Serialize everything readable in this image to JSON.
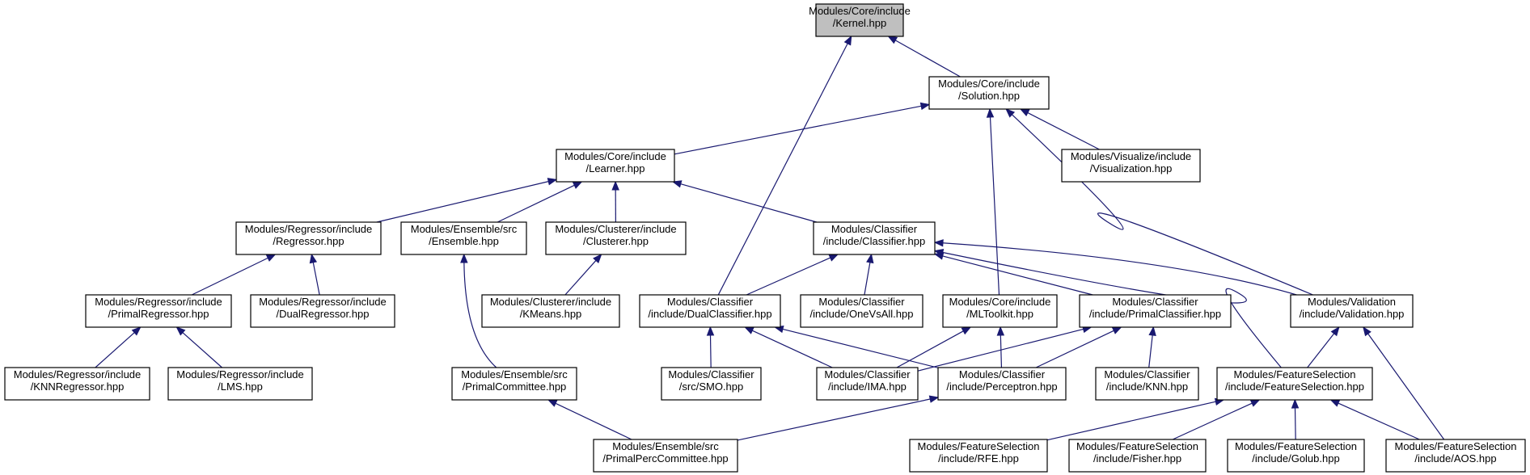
{
  "nodes": [
    {
      "id": "kernel",
      "lines": [
        "Modules/Core/include",
        "/Kernel.hpp"
      ],
      "root": true
    },
    {
      "id": "solution",
      "lines": [
        "Modules/Core/include",
        "/Solution.hpp"
      ]
    },
    {
      "id": "learner",
      "lines": [
        "Modules/Core/include",
        "/Learner.hpp"
      ]
    },
    {
      "id": "visualization",
      "lines": [
        "Modules/Visualize/include",
        "/Visualization.hpp"
      ]
    },
    {
      "id": "regressor",
      "lines": [
        "Modules/Regressor/include",
        "/Regressor.hpp"
      ]
    },
    {
      "id": "ensemble",
      "lines": [
        "Modules/Ensemble/src",
        "/Ensemble.hpp"
      ]
    },
    {
      "id": "clusterer",
      "lines": [
        "Modules/Clusterer/include",
        "/Clusterer.hpp"
      ]
    },
    {
      "id": "classifier",
      "lines": [
        "Modules/Classifier",
        "/include/Classifier.hpp"
      ]
    },
    {
      "id": "primalregressor",
      "lines": [
        "Modules/Regressor/include",
        "/PrimalRegressor.hpp"
      ]
    },
    {
      "id": "dualregressor",
      "lines": [
        "Modules/Regressor/include",
        "/DualRegressor.hpp"
      ]
    },
    {
      "id": "kmeans",
      "lines": [
        "Modules/Clusterer/include",
        "/KMeans.hpp"
      ]
    },
    {
      "id": "dualclassifier",
      "lines": [
        "Modules/Classifier",
        "/include/DualClassifier.hpp"
      ]
    },
    {
      "id": "onevsall",
      "lines": [
        "Modules/Classifier",
        "/include/OneVsAll.hpp"
      ]
    },
    {
      "id": "mltoolkit",
      "lines": [
        "Modules/Core/include",
        "/MLToolkit.hpp"
      ]
    },
    {
      "id": "primalclassifier",
      "lines": [
        "Modules/Classifier",
        "/include/PrimalClassifier.hpp"
      ]
    },
    {
      "id": "validation",
      "lines": [
        "Modules/Validation",
        "/include/Validation.hpp"
      ]
    },
    {
      "id": "knnregressor",
      "lines": [
        "Modules/Regressor/include",
        "/KNNRegressor.hpp"
      ]
    },
    {
      "id": "lms",
      "lines": [
        "Modules/Regressor/include",
        "/LMS.hpp"
      ]
    },
    {
      "id": "primalcommittee",
      "lines": [
        "Modules/Ensemble/src",
        "/PrimalCommittee.hpp"
      ]
    },
    {
      "id": "smo",
      "lines": [
        "Modules/Classifier",
        "/src/SMO.hpp"
      ]
    },
    {
      "id": "ima",
      "lines": [
        "Modules/Classifier",
        "/include/IMA.hpp"
      ]
    },
    {
      "id": "perceptron",
      "lines": [
        "Modules/Classifier",
        "/include/Perceptron.hpp"
      ]
    },
    {
      "id": "knn",
      "lines": [
        "Modules/Classifier",
        "/include/KNN.hpp"
      ]
    },
    {
      "id": "featureselection",
      "lines": [
        "Modules/FeatureSelection",
        "/include/FeatureSelection.hpp"
      ]
    },
    {
      "id": "primalperccommittee",
      "lines": [
        "Modules/Ensemble/src",
        "/PrimalPercCommittee.hpp"
      ]
    },
    {
      "id": "rfe",
      "lines": [
        "Modules/FeatureSelection",
        "/include/RFE.hpp"
      ]
    },
    {
      "id": "fisher",
      "lines": [
        "Modules/FeatureSelection",
        "/include/Fisher.hpp"
      ]
    },
    {
      "id": "golub",
      "lines": [
        "Modules/FeatureSelection",
        "/include/Golub.hpp"
      ]
    },
    {
      "id": "aos",
      "lines": [
        "Modules/FeatureSelection",
        "/include/AOS.hpp"
      ]
    }
  ],
  "edges": [
    {
      "from": "solution",
      "to": "kernel"
    },
    {
      "from": "dualclassifier",
      "to": "kernel"
    },
    {
      "from": "learner",
      "to": "solution"
    },
    {
      "from": "visualization",
      "to": "solution"
    },
    {
      "from": "mltoolkit",
      "to": "solution"
    },
    {
      "from": "validation",
      "to": "solution"
    },
    {
      "from": "regressor",
      "to": "learner"
    },
    {
      "from": "ensemble",
      "to": "learner"
    },
    {
      "from": "clusterer",
      "to": "learner"
    },
    {
      "from": "classifier",
      "to": "learner"
    },
    {
      "from": "primalregressor",
      "to": "regressor"
    },
    {
      "from": "dualregressor",
      "to": "regressor"
    },
    {
      "from": "knnregressor",
      "to": "primalregressor"
    },
    {
      "from": "lms",
      "to": "primalregressor"
    },
    {
      "from": "primalcommittee",
      "to": "ensemble"
    },
    {
      "from": "primalperccommittee",
      "to": "primalcommittee"
    },
    {
      "from": "kmeans",
      "to": "clusterer"
    },
    {
      "from": "dualclassifier",
      "to": "classifier"
    },
    {
      "from": "onevsall",
      "to": "classifier"
    },
    {
      "from": "primalclassifier",
      "to": "classifier"
    },
    {
      "from": "validation",
      "to": "classifier"
    },
    {
      "from": "featureselection",
      "to": "classifier"
    },
    {
      "from": "smo",
      "to": "dualclassifier"
    },
    {
      "from": "ima",
      "to": "dualclassifier"
    },
    {
      "from": "perceptron",
      "to": "dualclassifier"
    },
    {
      "from": "ima",
      "to": "mltoolkit"
    },
    {
      "from": "perceptron",
      "to": "mltoolkit"
    },
    {
      "from": "ima",
      "to": "primalclassifier"
    },
    {
      "from": "perceptron",
      "to": "primalclassifier"
    },
    {
      "from": "knn",
      "to": "primalclassifier"
    },
    {
      "from": "primalperccommittee",
      "to": "perceptron"
    },
    {
      "from": "featureselection",
      "to": "validation"
    },
    {
      "from": "aos",
      "to": "validation"
    },
    {
      "from": "rfe",
      "to": "featureselection"
    },
    {
      "from": "fisher",
      "to": "featureselection"
    },
    {
      "from": "golub",
      "to": "featureselection"
    },
    {
      "from": "aos",
      "to": "featureselection"
    }
  ],
  "colors": {
    "edge": "#191970",
    "root_fill": "#bfbfbf",
    "node_fill": "#ffffff",
    "border": "#000000"
  }
}
